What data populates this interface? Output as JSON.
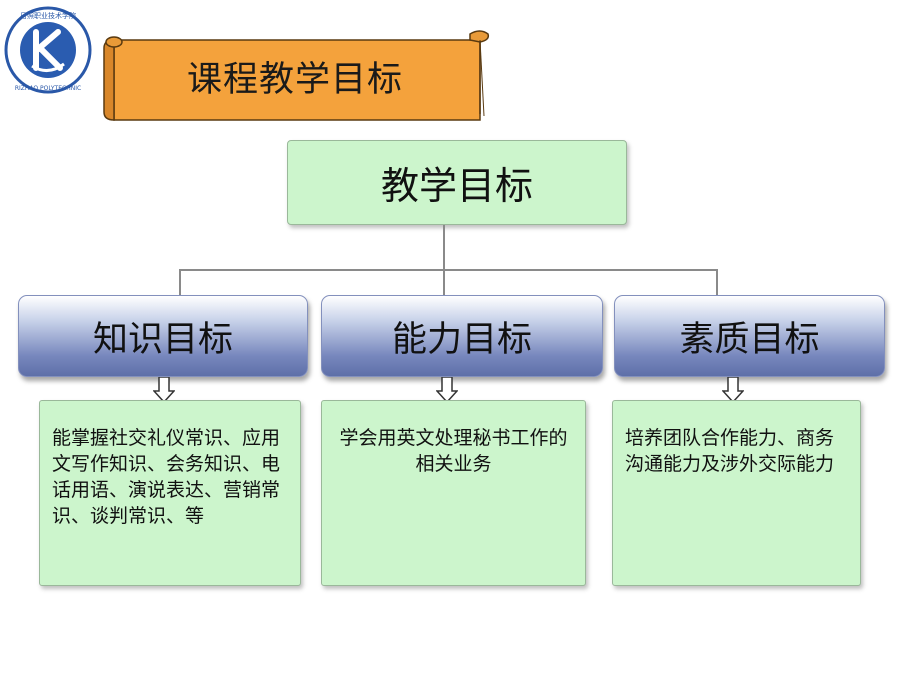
{
  "logo": {
    "text": "日照职业技术学院 RIZHAO POLYTECHNIC"
  },
  "banner": {
    "title": "课程教学目标"
  },
  "root": {
    "label": "教学目标"
  },
  "categories": [
    {
      "label": "知识目标",
      "detail": "能掌握社交礼仪常识、应用文写作知识、会务知识、电话用语、演说表达、营销常识、谈判常识、等"
    },
    {
      "label": "能力目标",
      "detail": "学会用英文处理秘书工作的相关业务"
    },
    {
      "label": "素质目标",
      "detail": "培养团队合作能力、商务沟通能力及涉外交际能力"
    }
  ],
  "colors": {
    "box_green": "#ccf5cc",
    "banner_orange": "#f4a23c",
    "category_blue": "#7787bd"
  }
}
